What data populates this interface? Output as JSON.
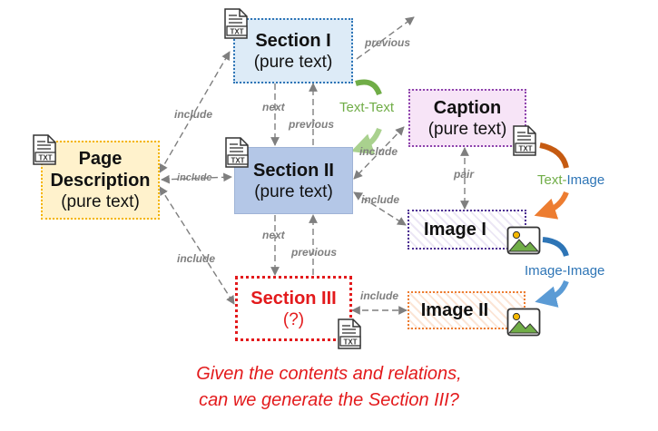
{
  "nodes": {
    "page_description": {
      "line1": "Page",
      "line2": "Description",
      "line3": "(pure text)"
    },
    "section_1": {
      "title": "Section I",
      "subtitle": "(pure text)"
    },
    "section_2": {
      "title": "Section II",
      "subtitle": "(pure text)"
    },
    "section_3": {
      "title": "Section III",
      "subtitle": "(?)"
    },
    "caption": {
      "title": "Caption",
      "subtitle": "(pure text)"
    },
    "image_1": {
      "title": "Image I"
    },
    "image_2": {
      "title": "Image II"
    }
  },
  "edges": {
    "include_top": "include",
    "include_mid": "include",
    "include_bottom": "include",
    "next_1": "next",
    "previous_1": "previous",
    "next_2": "next",
    "previous_2": "previous",
    "previous_top": "previous",
    "include_caption": "include",
    "include_image1": "include",
    "include_image2": "include",
    "pair": "pair"
  },
  "relations": {
    "text_text": "Text-Text",
    "text_image_1": "Text-",
    "text_image_2": "Image",
    "image_image": "Image-Image"
  },
  "question": {
    "line1": "Given the contents and relations,",
    "line2": "can we generate the Section III?"
  },
  "icons": [
    "txt-file-icon",
    "image-file-icon"
  ],
  "colors": {
    "green": "#70ad47",
    "orange": "#ed7d31",
    "blue": "#2e75b6",
    "red": "#e31a1c",
    "gray": "#7f7f7f"
  }
}
